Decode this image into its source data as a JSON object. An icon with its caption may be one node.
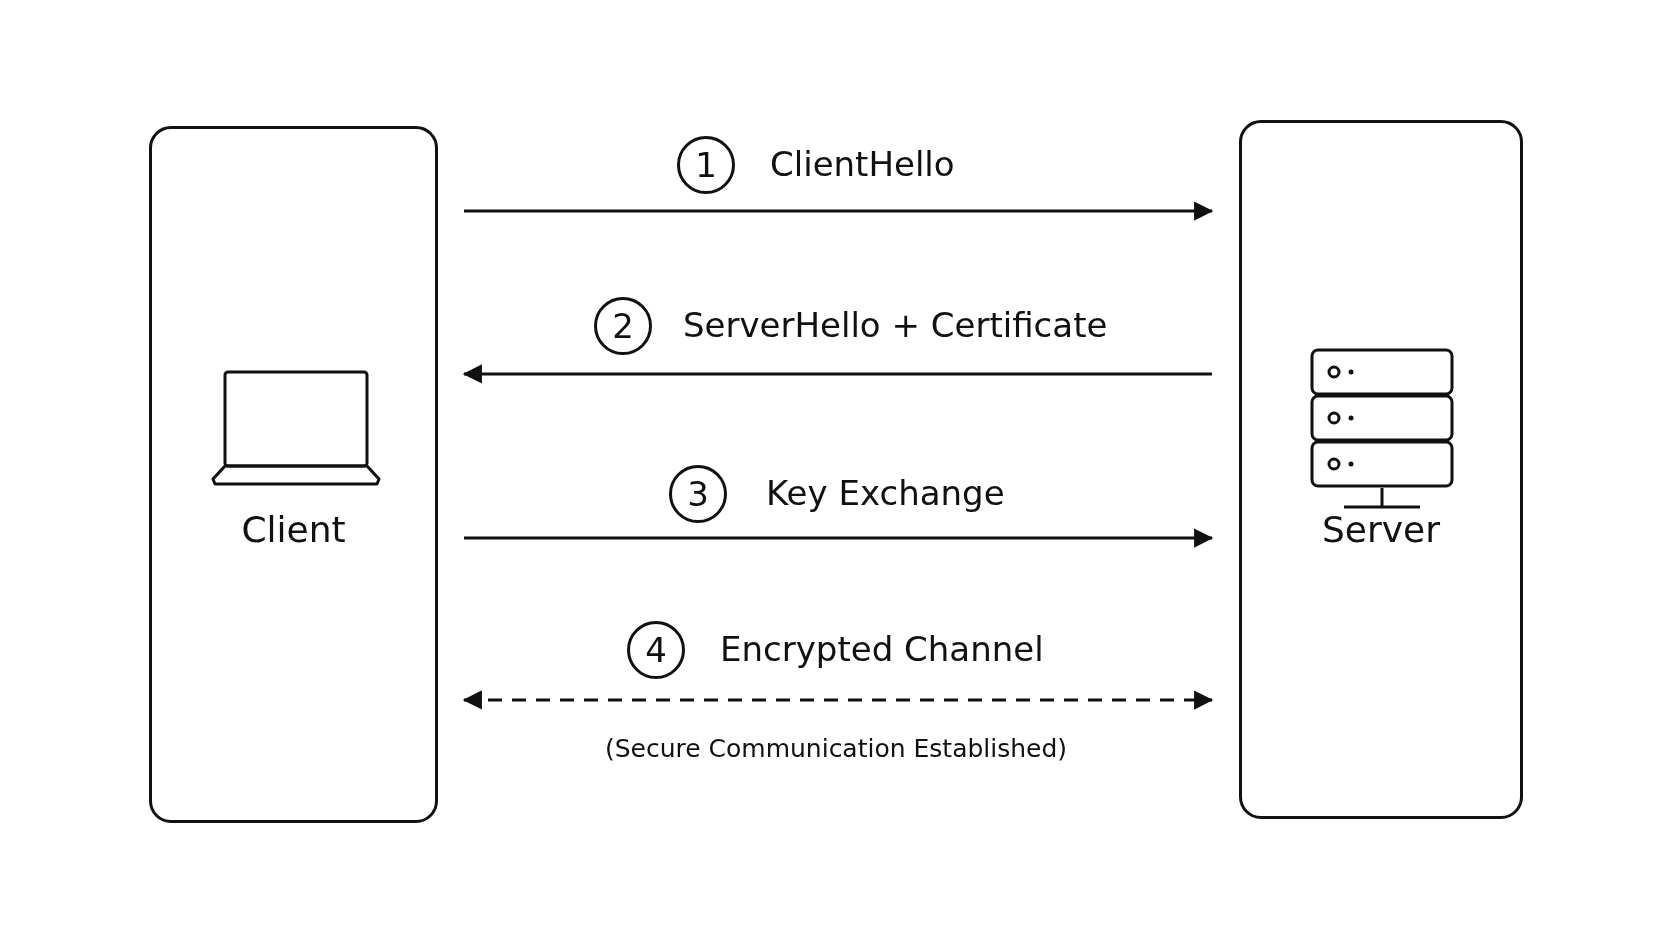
{
  "diagram": {
    "nodes": [
      {
        "text": [
          "Client"
        ]
      },
      {
        "text": [
          "Server"
        ]
      }
    ],
    "edges": [
      {
        "from": 0,
        "to": 1,
        "arrow": "to",
        "label": "ClientHello"
      },
      {
        "from": 1,
        "to": 0,
        "arrow": "to",
        "label": "ServerHello + Certificate"
      },
      {
        "from": 0,
        "to": 1,
        "arrow": "to",
        "label": "Key Exchange"
      },
      {
        "from": 0,
        "to": 1,
        "arrow": "both",
        "label": "Encrypted Channel",
        "style": "dashed"
      }
    ],
    "labels": [
      "1",
      "2",
      "3",
      "4",
      "(Secure Communication Established)"
    ]
  }
}
